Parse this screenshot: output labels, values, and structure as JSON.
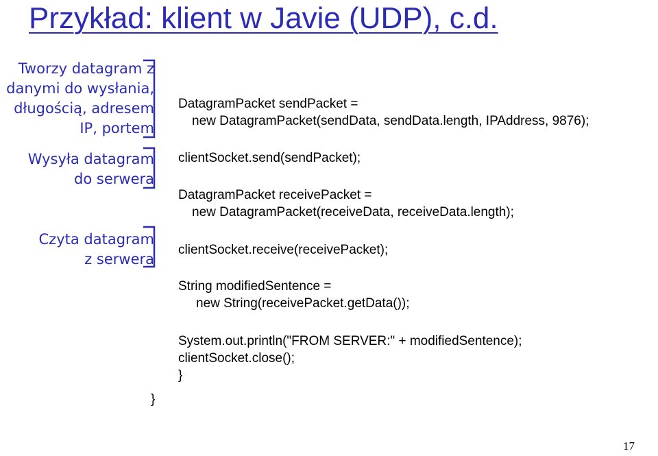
{
  "title": "Przykład: klient w Javie (UDP), c.d.",
  "annotations": [
    {
      "lines": [
        "Tworzy datagram z",
        "danymi do wysłania,",
        "długością, adresem",
        "IP, portem"
      ]
    },
    {
      "lines": [
        "Wysyła datagram",
        "do serwera"
      ]
    },
    {
      "lines": [
        "Czyta datagram",
        "z serwera"
      ]
    }
  ],
  "code": {
    "block1": [
      "DatagramPacket sendPacket =",
      "new DatagramPacket(sendData, sendData.length, IPAddress, 9876);"
    ],
    "block2": [
      "clientSocket.send(sendPacket);"
    ],
    "block3": [
      "DatagramPacket receivePacket =",
      "new DatagramPacket(receiveData, receiveData.length);"
    ],
    "block4": [
      "clientSocket.receive(receivePacket);"
    ],
    "block5": [
      "String modifiedSentence =",
      "new String(receivePacket.getData());"
    ],
    "block6": [
      "System.out.println(\"FROM SERVER:\" + modifiedSentence);",
      "clientSocket.close();",
      "}"
    ],
    "outer_close": "}"
  },
  "page_number": "17",
  "colors": {
    "annotation": "#2b2bb3",
    "code": "#000000"
  }
}
